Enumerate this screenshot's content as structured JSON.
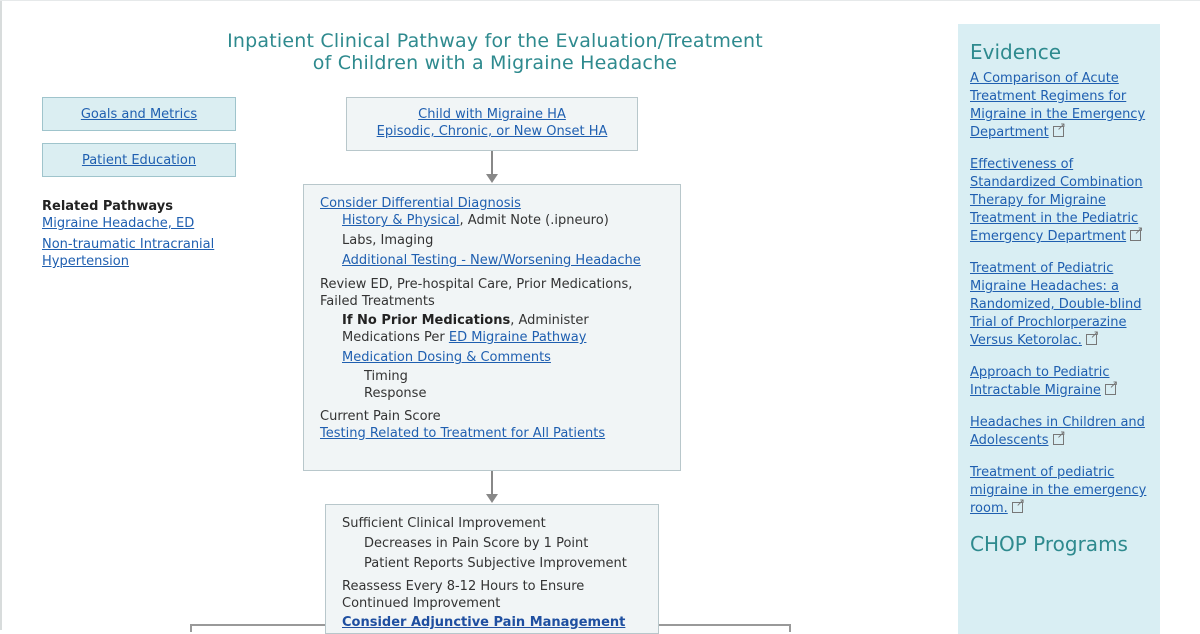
{
  "title": {
    "line1": "Inpatient Clinical Pathway for the Evaluation/Treatment",
    "line2": "of Children with a Migraine Headache"
  },
  "sidebar": {
    "goals_button": "Goals and Metrics",
    "education_button": "Patient Education",
    "related_heading": "Related Pathways",
    "related_links": [
      "Migraine Headache, ED",
      "Non-traumatic Intracranial Hypertension"
    ]
  },
  "flow": {
    "box1": {
      "line1": "Child with Migraine HA",
      "line2": "Episodic, Chronic, or New Onset HA"
    },
    "box2": {
      "differential": "Consider Differential Diagnosis",
      "history_link": "History & Physical",
      "admit_note": ", Admit Note (.ipneuro)",
      "labs": "Labs, Imaging",
      "additional_testing": "Additional Testing - New/Worsening Headache",
      "review": "Review ED, Pre-hospital Care, Prior Medications, Failed Treatments",
      "no_prior_bold": "If No Prior Medications",
      "administer": ", Administer",
      "meds_per": "Medications Per ",
      "ed_pathway_link": "ED Migraine Pathway",
      "dosing_link": "Medication Dosing & Comments",
      "timing": "Timing",
      "response": "Response",
      "pain_score": "Current Pain Score",
      "testing_link": "Testing Related to Treatment for All Patients"
    },
    "box3": {
      "sufficient": "Sufficient Clinical Improvement",
      "decreases": "Decreases in Pain Score by 1 Point",
      "reports": "Patient Reports Subjective Improvement",
      "reassess": "Reassess Every 8-12 Hours to Ensure Continued Improvement",
      "adjunctive": "Consider Adjunctive Pain Management"
    }
  },
  "evidence": {
    "heading": "Evidence",
    "items": [
      {
        "text": "A Comparison of Acute Treatment Regimens for Migraine in the Emergency Department",
        "external": true
      },
      {
        "text": "Effectiveness of Standardized Combination Therapy for Migraine Treatment in the Pediatric Emergency Department",
        "external": true
      },
      {
        "text": "Treatment of Pediatric Migraine Headaches: a Randomized, Double-blind Trial of Prochlorperazine Versus Ketorolac.",
        "external": true
      },
      {
        "text": "Approach to Pediatric Intractable Migraine",
        "external": true
      },
      {
        "text": "Headaches in Children and Adolescents",
        "external": true
      },
      {
        "text": "Treatment of pediatric migraine in the emergency room.",
        "external": true
      }
    ],
    "programs_heading": "CHOP Programs"
  },
  "colors": {
    "accent": "#2e8a8e",
    "link": "#1f5fb0",
    "panel": "#d9eef3",
    "box": "#f1f5f6"
  }
}
